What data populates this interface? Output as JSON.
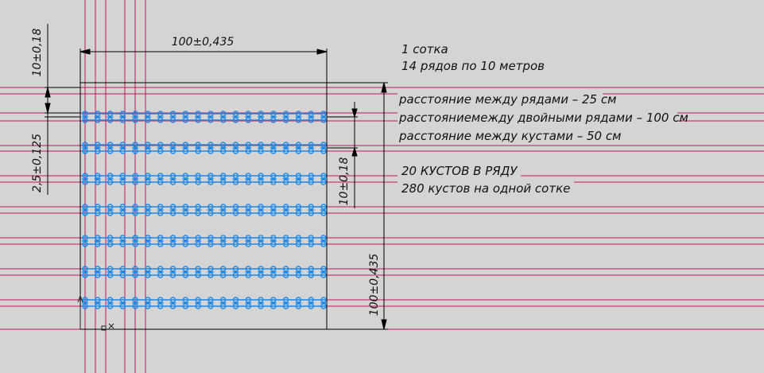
{
  "colors": {
    "background": "#d4d4d4",
    "guide_line": "#c2185b",
    "dimension_line": "#000000",
    "bush_marker": "#1e88e5",
    "text": "#111111"
  },
  "dimensions": {
    "width_top": "100±0,435",
    "height_right": "100±0,435",
    "row_spacing_left": "10±0,18",
    "bush_spacing_left": "2,5±0,125",
    "double_row_spacing_right": "10±0,18"
  },
  "notes": {
    "line1": "1 сотка",
    "line2": "14 рядов по 10 метров",
    "line3": "расстояние между рядами – 25 см",
    "line4": "расстояниемежду двойными рядами – 100 см",
    "line5": "расстояние между кустами – 50 см",
    "line6": "20 КУСТОВ В РЯДУ",
    "line7": "280 кустов на одной сотке"
  },
  "layout": {
    "bush_rows": 7,
    "bushes_per_row": 20
  },
  "icons": {
    "origin_marker": "ucs-origin-icon",
    "bush_marker": "bush-marker-icon"
  }
}
